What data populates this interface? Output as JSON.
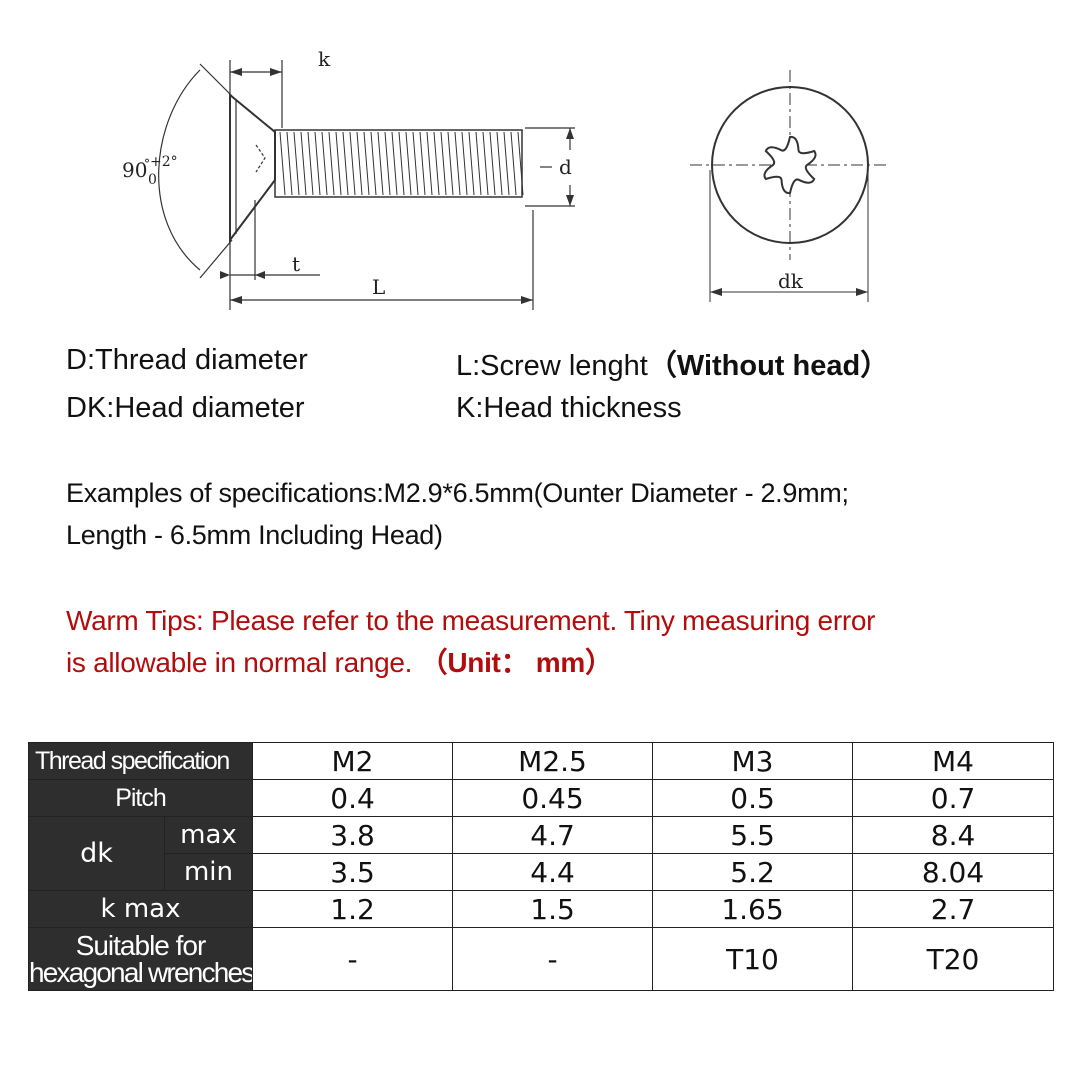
{
  "diagram": {
    "side_view": {
      "label_k": "k",
      "label_angle": "90",
      "label_angle_tol_upper": "+2°",
      "label_angle_tol_lower": "0",
      "label_deg_mark": "°",
      "label_d": "d",
      "label_t": "t",
      "label_L": "L"
    },
    "top_view": {
      "label_dk": "dk"
    }
  },
  "legend": {
    "thread_diameter": "D:Thread diameter",
    "head_diameter": "DK:Head diameter",
    "screw_length": "L:Screw lenght",
    "screw_length_note": "（Without head）",
    "head_thickness": "K:Head thickness"
  },
  "example": {
    "line1": "Examples of specifications:M2.9*6.5mm(Ounter Diameter - 2.9mm;",
    "line2": "Length - 6.5mm Including Head)"
  },
  "tips": {
    "line1": "Warm Tips: Please refer to the measurement. Tiny measuring error",
    "line2_text": "is allowable in normal range.",
    "line2_unit": "（Unit： mm）"
  },
  "table": {
    "headers": {
      "thread_spec": "Thread specification",
      "pitch": "Pitch",
      "dk": "dk",
      "max": "max",
      "min": "min",
      "k_max": "k max",
      "suitable_line1": "Suitable for",
      "suitable_line2": "hexagonal wrenches"
    },
    "columns": [
      "M2",
      "M2.5",
      "M3",
      "M4"
    ],
    "pitch": [
      "0.4",
      "0.45",
      "0.5",
      "0.7"
    ],
    "dk_max": [
      "3.8",
      "4.7",
      "5.5",
      "8.4"
    ],
    "dk_min": [
      "3.5",
      "4.4",
      "5.2",
      "8.04"
    ],
    "k_max": [
      "1.2",
      "1.5",
      "1.65",
      "2.7"
    ],
    "wrench": [
      "-",
      "-",
      "T10",
      "T20"
    ]
  }
}
